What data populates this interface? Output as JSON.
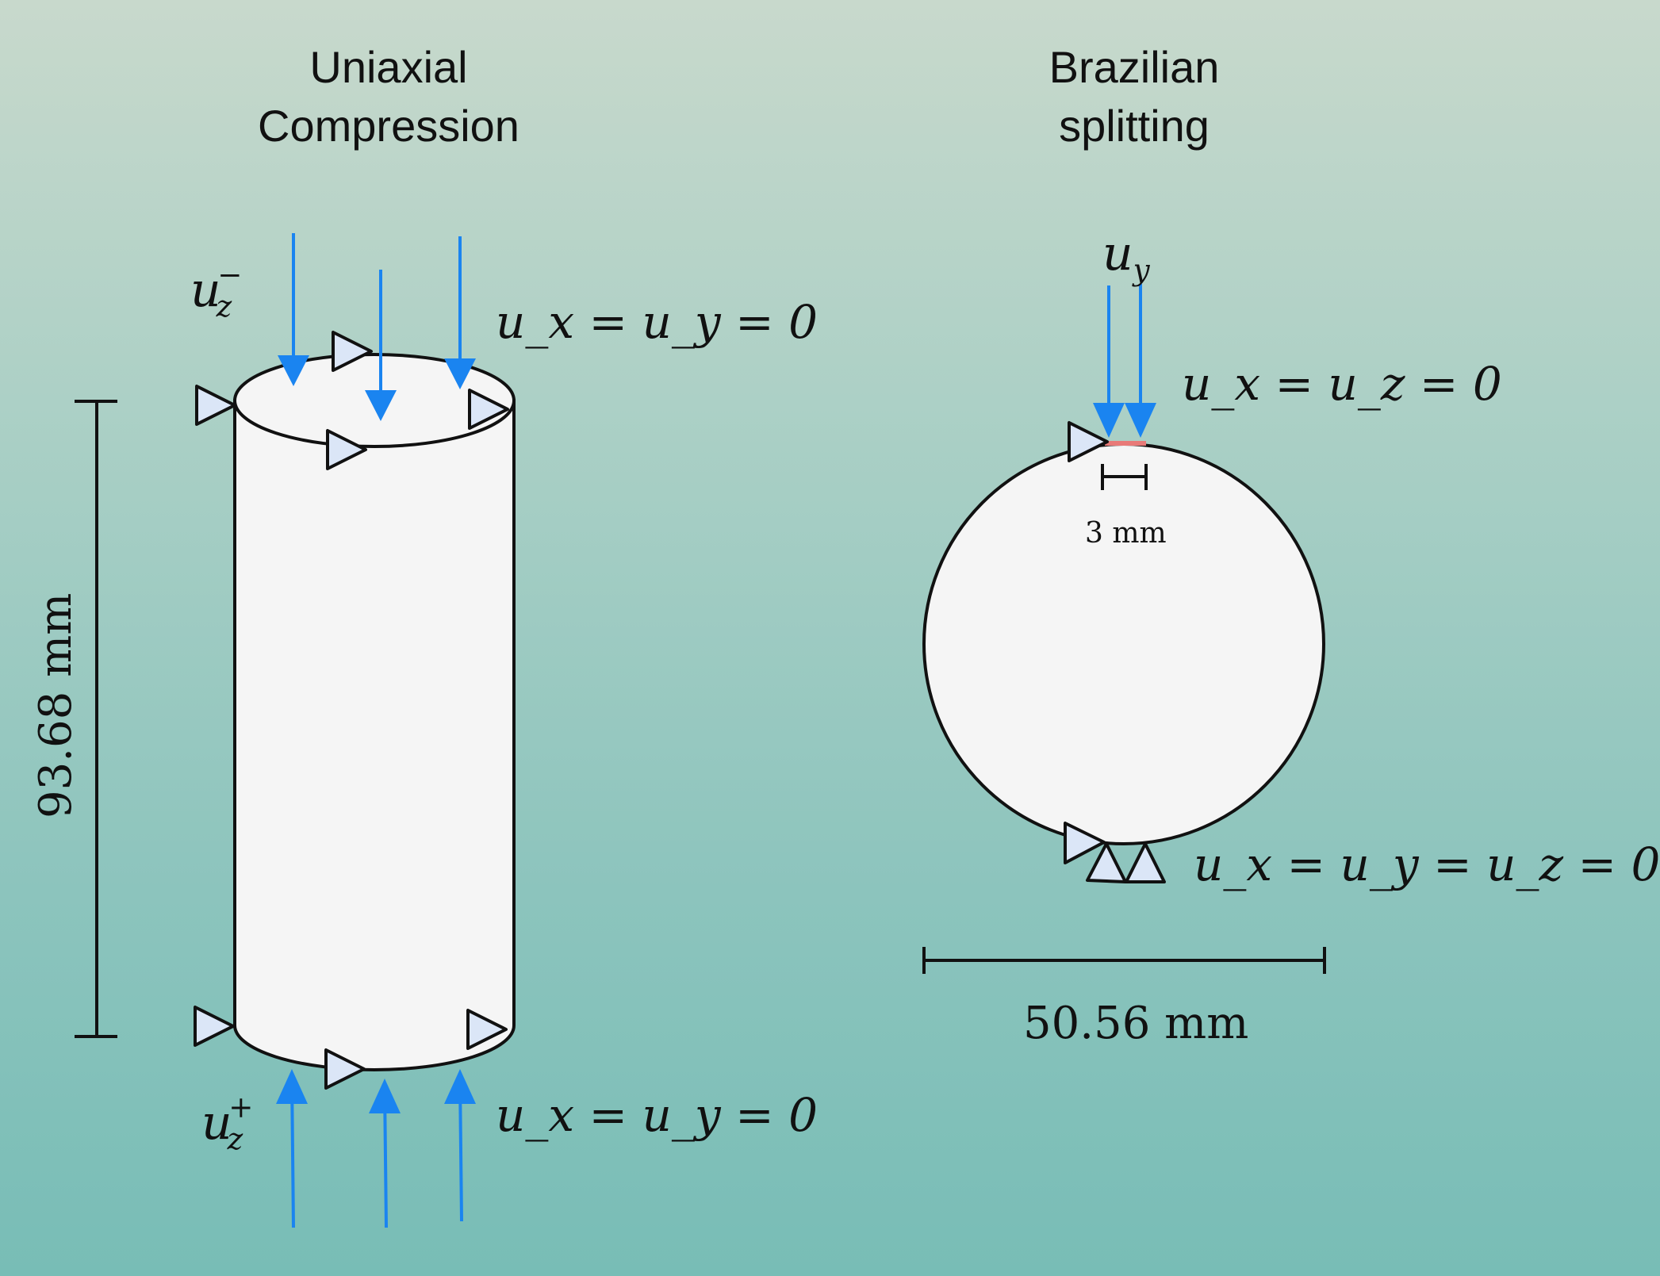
{
  "uniaxial": {
    "title": "Uniaxial\nCompression",
    "top_load": {
      "sym": "u",
      "sub": "z",
      "sup": "−"
    },
    "bottom_load": {
      "sym": "u",
      "sub": "z",
      "sup": "+"
    },
    "top_bc": "u_x = u_y = 0",
    "bottom_bc": "u_x = u_y = 0",
    "height_label": "93.68 mm"
  },
  "brazilian": {
    "title": "Brazilian\nsplitting",
    "load": {
      "sym": "u",
      "sub": "y"
    },
    "top_bc": "u_x = u_z = 0",
    "bottom_bc": "u_x = u_y = u_z = 0",
    "contact_label": "3 mm",
    "diameter_label": "50.56 mm"
  },
  "colors": {
    "arrow": "#1a84f0",
    "support_fill": "#dbe6f7",
    "specimen_fill": "#f5f5f5",
    "contact_strip": "#e87a78",
    "ink": "#111111"
  },
  "icons": [
    "roller-support-triangle",
    "load-arrow"
  ]
}
